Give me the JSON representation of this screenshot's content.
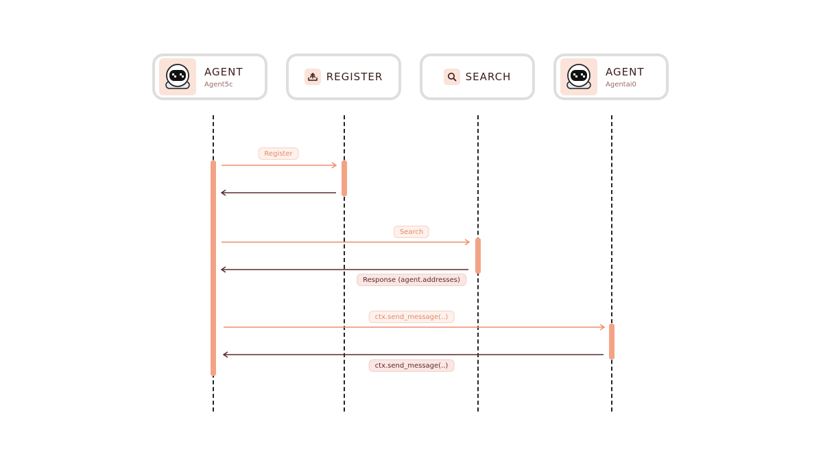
{
  "colors": {
    "card_border": "#dedede",
    "accent_fill": "#fbe3d9",
    "activation": "#f3a385",
    "request_arrow": "#ee8f6c",
    "response_arrow": "#5a2a2c",
    "title_text": "#3a1a1c"
  },
  "participants": [
    {
      "kind": "agent",
      "title": "AGENT",
      "subtitle": "Agent5c",
      "icon": "robot-icon"
    },
    {
      "kind": "service",
      "title": "REGISTER",
      "icon": "register-upload-icon"
    },
    {
      "kind": "service",
      "title": "SEARCH",
      "icon": "search-icon"
    },
    {
      "kind": "agent",
      "title": "AGENT",
      "subtitle": "Agentai0",
      "icon": "robot-icon"
    }
  ],
  "messages": [
    {
      "from": 0,
      "to": 1,
      "label": "Register",
      "type": "request"
    },
    {
      "from": 1,
      "to": 0,
      "label": "",
      "type": "response"
    },
    {
      "from": 0,
      "to": 2,
      "label": "Search",
      "type": "request"
    },
    {
      "from": 2,
      "to": 0,
      "label": "Response (agent.addresses)",
      "type": "response"
    },
    {
      "from": 0,
      "to": 3,
      "label": "ctx.send_message(..)",
      "type": "request"
    },
    {
      "from": 3,
      "to": 0,
      "label": "ctx.send_message(..)",
      "type": "response"
    }
  ]
}
